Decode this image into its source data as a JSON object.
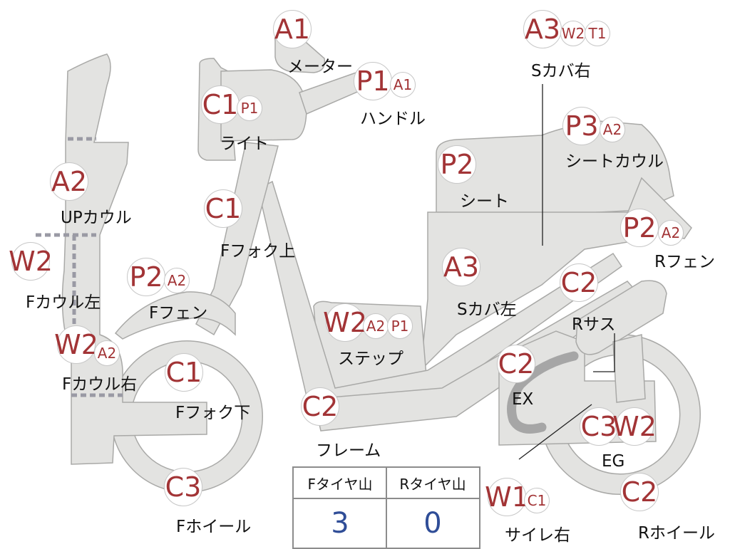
{
  "parts": [
    {
      "id": "meter",
      "codes": [
        "A1"
      ],
      "name": "メーター"
    },
    {
      "id": "handle",
      "codes": [
        "P1",
        "A1"
      ],
      "name": "ハンドル"
    },
    {
      "id": "s-cover-right",
      "codes": [
        "A3",
        "W2",
        "T1"
      ],
      "name": "Sカバ右"
    },
    {
      "id": "light",
      "codes": [
        "C1",
        "P1"
      ],
      "name": "ライト"
    },
    {
      "id": "seat-cowl",
      "codes": [
        "P3",
        "A2"
      ],
      "name": "シートカウル"
    },
    {
      "id": "seat",
      "codes": [
        "P2"
      ],
      "name": "シート"
    },
    {
      "id": "up-cowl",
      "codes": [
        "A2"
      ],
      "name": "UPカウル"
    },
    {
      "id": "f-fork-upper",
      "codes": [
        "C1"
      ],
      "name": "Fフォク上"
    },
    {
      "id": "r-fender",
      "codes": [
        "P2",
        "A2"
      ],
      "name": "Rフェン"
    },
    {
      "id": "f-cowl-left",
      "codes": [
        "W2"
      ],
      "name": "Fカウル左"
    },
    {
      "id": "f-fender",
      "codes": [
        "P2",
        "A2"
      ],
      "name": "Fフェン"
    },
    {
      "id": "s-cover-left",
      "codes": [
        "A3"
      ],
      "name": "Sカバ左"
    },
    {
      "id": "r-suspension",
      "codes": [
        "C2"
      ],
      "name": "Rサス"
    },
    {
      "id": "step",
      "codes": [
        "W2",
        "A2",
        "P1"
      ],
      "name": "ステップ"
    },
    {
      "id": "f-cowl-right",
      "codes": [
        "W2",
        "A2"
      ],
      "name": "Fカウル右"
    },
    {
      "id": "exhaust",
      "codes": [
        "C2"
      ],
      "name": "EX"
    },
    {
      "id": "f-fork-lower",
      "codes": [
        "C1"
      ],
      "name": "Fフォク下"
    },
    {
      "id": "frame",
      "codes": [
        "C2"
      ],
      "name": "フレーム"
    },
    {
      "id": "engine",
      "codes": [
        "C3",
        "W2"
      ],
      "name": "EG"
    },
    {
      "id": "f-wheel",
      "codes": [
        "C3"
      ],
      "name": "Fホイール"
    },
    {
      "id": "silencer-right",
      "codes": [
        "W1",
        "C1"
      ],
      "name": "サイレ右"
    },
    {
      "id": "r-wheel",
      "codes": [
        "C2"
      ],
      "name": "Rホイール"
    }
  ],
  "tread": {
    "headers": [
      "Fタイヤ山",
      "Rタイヤ山"
    ],
    "values": [
      "3",
      "0"
    ]
  },
  "colors": {
    "code": "#a23436",
    "tread_value": "#2f4d97",
    "part_fill": "#e3e3e1"
  }
}
